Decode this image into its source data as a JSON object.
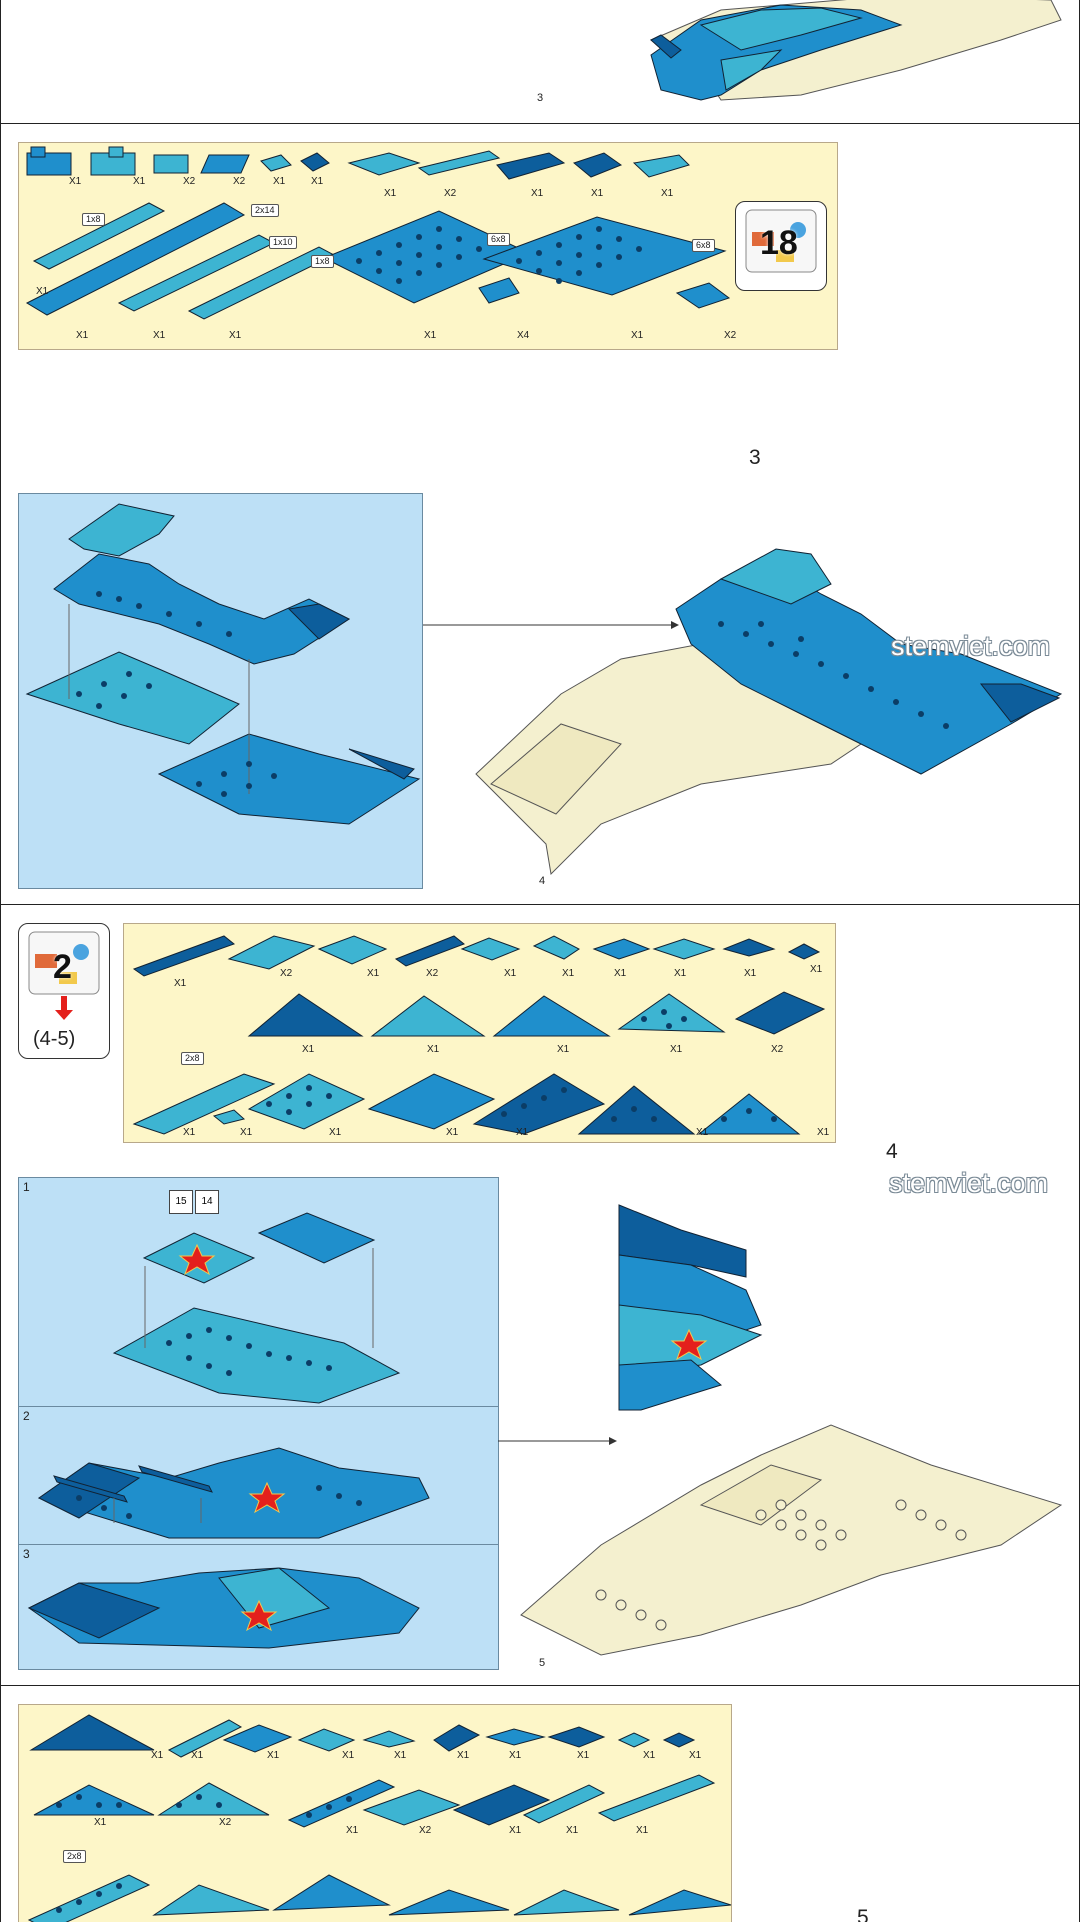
{
  "watermark": "stemviet.com",
  "page_top": {
    "page_number": "3"
  },
  "page_a": {
    "parts": [
      {
        "qty": "X1"
      },
      {
        "qty": "X1"
      },
      {
        "qty": "X2"
      },
      {
        "qty": "X2"
      },
      {
        "qty": "X1"
      },
      {
        "qty": "X1"
      },
      {
        "qty": "X1"
      },
      {
        "qty": "X2"
      },
      {
        "qty": "X1"
      },
      {
        "qty": "X1"
      },
      {
        "qty": "X1"
      },
      {
        "qty": "X1"
      },
      {
        "qty": "X1"
      },
      {
        "qty": "X1"
      },
      {
        "qty": "X1"
      },
      {
        "qty": "X1"
      },
      {
        "qty": "X4"
      },
      {
        "qty": "X1"
      },
      {
        "qty": "X2"
      }
    ],
    "sizes": [
      "1x8",
      "2x14",
      "1x10",
      "1x8",
      "6x8",
      "6x8"
    ],
    "bag_number": "18",
    "step_number": "3",
    "page_number": "4"
  },
  "page_b": {
    "bag_number": "2",
    "bag_range": "(4-5)",
    "parts": [
      {
        "qty": "X1"
      },
      {
        "qty": "X2"
      },
      {
        "qty": "X1"
      },
      {
        "qty": "X2"
      },
      {
        "qty": "X1"
      },
      {
        "qty": "X1"
      },
      {
        "qty": "X1"
      },
      {
        "qty": "X1"
      },
      {
        "qty": "X1"
      },
      {
        "qty": "X1"
      },
      {
        "qty": "X1"
      },
      {
        "qty": "X1"
      },
      {
        "qty": "X1"
      },
      {
        "qty": "X1"
      },
      {
        "qty": "X2"
      },
      {
        "qty": "X1"
      },
      {
        "qty": "X1"
      },
      {
        "qty": "X1"
      },
      {
        "qty": "X1"
      },
      {
        "qty": "X1"
      },
      {
        "qty": "X1"
      },
      {
        "qty": "X1"
      }
    ],
    "sizes": [
      "2x8"
    ],
    "substeps": [
      "1",
      "2",
      "3"
    ],
    "callouts": [
      "15",
      "14"
    ],
    "step_number": "4",
    "page_number": "5"
  },
  "page_c": {
    "parts": [
      {
        "qty": "X1"
      },
      {
        "qty": "X1"
      },
      {
        "qty": "X1"
      },
      {
        "qty": "X1"
      },
      {
        "qty": "X1"
      },
      {
        "qty": "X1"
      },
      {
        "qty": "X1"
      },
      {
        "qty": "X1"
      },
      {
        "qty": "X1"
      },
      {
        "qty": "X1"
      },
      {
        "qty": "X1"
      },
      {
        "qty": "X2"
      },
      {
        "qty": "X1"
      },
      {
        "qty": "X2"
      },
      {
        "qty": "X1"
      },
      {
        "qty": "X1"
      },
      {
        "qty": "X1"
      }
    ],
    "sizes": [
      "2x8"
    ],
    "step_number": "5"
  },
  "colors": {
    "light_blue": "#3db4d2",
    "mid_blue": "#1f8fcc",
    "dark_blue": "#0d5e9c",
    "cream": "#f4f0cf",
    "parts_bg": "#fdf6c8",
    "build_bg": "#bde0f6",
    "star": "#e4201c"
  }
}
